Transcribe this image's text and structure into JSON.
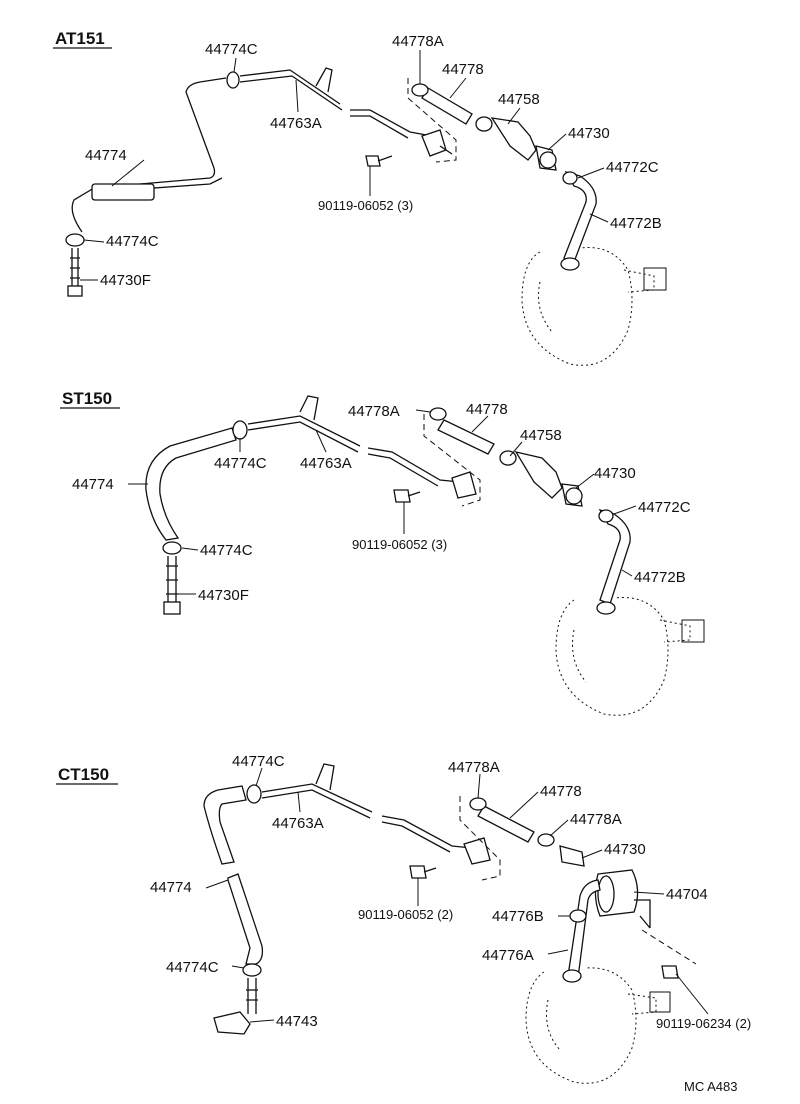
{
  "sections": [
    {
      "code": "AT151",
      "labels": {
        "p44774C_top": "44774C",
        "p44778A": "44778A",
        "p44778": "44778",
        "p44758": "44758",
        "p44763A": "44763A",
        "p44730": "44730",
        "p44774": "44774",
        "p44772C": "44772C",
        "p90119": "90119-06052 (3)",
        "p44772B": "44772B",
        "p44774C_bot": "44774C",
        "p44730F": "44730F"
      }
    },
    {
      "code": "ST150",
      "labels": {
        "p44778A": "44778A",
        "p44778": "44778",
        "p44758": "44758",
        "p44774": "44774",
        "p44774C_top": "44774C",
        "p44763A": "44763A",
        "p44730": "44730",
        "p44772C": "44772C",
        "p90119": "90119-06052 (3)",
        "p44774C_bot": "44774C",
        "p44772B": "44772B",
        "p44730F": "44730F"
      }
    },
    {
      "code": "CT150",
      "labels": {
        "p44774C_top": "44774C",
        "p44778A_top": "44778A",
        "p44778": "44778",
        "p44763A": "44763A",
        "p44778A_mid": "44778A",
        "p44730": "44730",
        "p44774": "44774",
        "p44704": "44704",
        "p90119_a": "90119-06052 (2)",
        "p44776B": "44776B",
        "p44776A": "44776A",
        "p44774C_bot": "44774C",
        "p44743": "44743",
        "p90119_b": "90119-06234 (2)"
      }
    }
  ],
  "footer": {
    "code": "MC A483"
  }
}
